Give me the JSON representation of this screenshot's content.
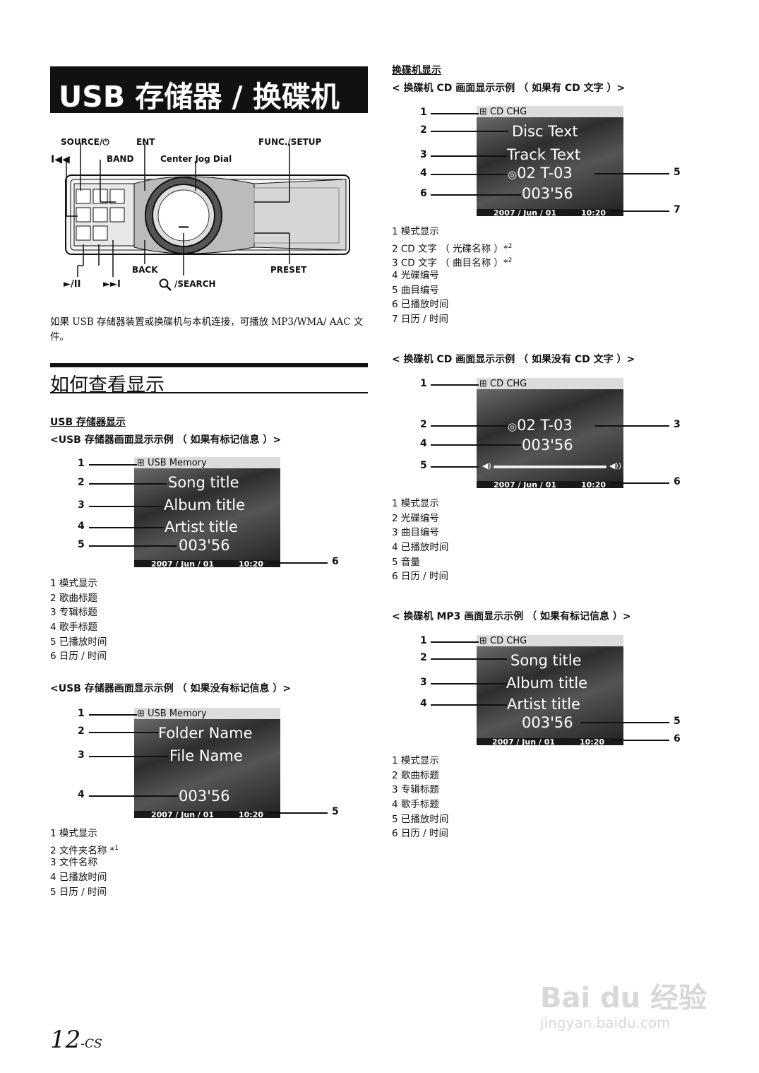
{
  "title": "USB 存储器 / 换碟机",
  "unit_labels": {
    "source": "SOURCE/⏻",
    "ent": "ENT",
    "func": "FUNC./SETUP",
    "prev": "I◀◀",
    "band": "BAND",
    "jog": "Center Jog Dial",
    "back": "BACK",
    "preset": "PRESET",
    "play": "►/II",
    "next": "►►I",
    "search": "/SEARCH"
  },
  "intro": "如果 USB 存储器装置或换碟机与本机连接，可播放 MP3/WMA/ AAC 文件。",
  "section_heading": "如何查看显示",
  "usb": {
    "heading": "USB 存储器显示",
    "ex1": {
      "title": "<USB 存储器画面显示示例 （ 如果有标记信息 ）>",
      "mode": "USB Memory",
      "l1": "Song title",
      "l2": "Album title",
      "l3": "Artist title",
      "l4": "003'56",
      "date": "2007 / Jun / 01",
      "time": "10:20",
      "nums": [
        "1",
        "2",
        "3",
        "4",
        "5",
        "6"
      ],
      "legend": [
        "1  模式显示",
        "2  歌曲标题",
        "3  专辑标题",
        "4  歌手标题",
        "5  已播放时间",
        "6  日历 / 时间"
      ]
    },
    "ex2": {
      "title": "<USB 存储器画面显示示例 （ 如果没有标记信息 ）>",
      "mode": "USB Memory",
      "l1": "Folder Name",
      "l2": "File Name",
      "l3": "003'56",
      "date": "2007 / Jun / 01",
      "time": "10:20",
      "nums": [
        "1",
        "2",
        "3",
        "4",
        "5"
      ],
      "legend": [
        "1  模式显示",
        "2  文件夹名称 *",
        "3  文件名称",
        "4  已播放时间",
        "5  日历 / 时间"
      ],
      "footnote": "1"
    }
  },
  "changer": {
    "heading": "换碟机显示",
    "ex1": {
      "title": "< 换碟机 CD 画面显示示例 （ 如果有 CD 文字 ）>",
      "mode": "CD CHG",
      "l1": "Disc Text",
      "l2": "Track Text",
      "l3": "02  T-03",
      "l4": "003'56",
      "date": "2007 / Jun / 01",
      "time": "10:20",
      "nums": [
        "1",
        "2",
        "3",
        "4",
        "5",
        "6",
        "7"
      ],
      "legend": [
        "1  模式显示",
        "2  CD 文字 （ 光碟名称 ）*",
        "3  CD 文字 （ 曲目名称 ）*",
        "4  光碟编号",
        "5  曲目编号",
        "6  已播放时间",
        "7  日历 / 时间"
      ],
      "footnote": "2"
    },
    "ex2": {
      "title": "< 换碟机 CD 画面显示示例 （ 如果没有 CD 文字 ）>",
      "mode": "CD CHG",
      "l1": "02  T-03",
      "l2": "003'56",
      "date": "2007 / Jun / 01",
      "time": "10:20",
      "nums": [
        "1",
        "2",
        "3",
        "4",
        "5",
        "6"
      ],
      "legend": [
        "1  模式显示",
        "2  光碟编号",
        "3  曲目编号",
        "4  已播放时间",
        "5  音量",
        "6  日历 / 时间"
      ]
    },
    "ex3": {
      "title": "< 换碟机 MP3 画面显示示例 （ 如果有标记信息 ）>",
      "mode": "CD CHG",
      "l1": "Song title",
      "l2": "Album title",
      "l3": "Artist title",
      "l4": "003'56",
      "date": "2007 / Jun / 01",
      "time": "10:20",
      "nums": [
        "1",
        "2",
        "3",
        "4",
        "5",
        "6"
      ],
      "legend": [
        "1  模式显示",
        "2  歌曲标题",
        "3  专辑标题",
        "4  歌手标题",
        "5  已播放时间",
        "6  日历 / 时间"
      ]
    }
  },
  "page_number": "12",
  "page_suffix": "-CS",
  "watermark": "Bai du 经验",
  "watermark_url": "jingyan.baidu.com"
}
